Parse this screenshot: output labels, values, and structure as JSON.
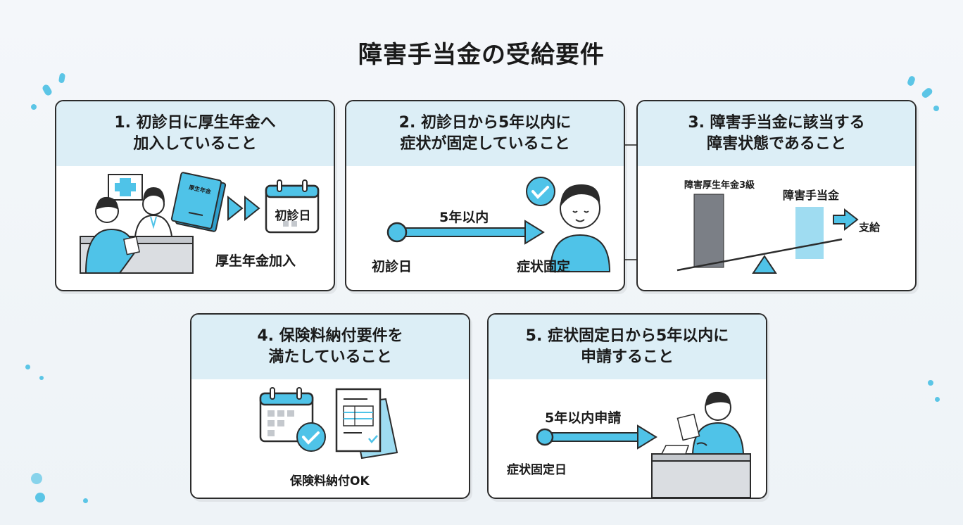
{
  "title": "障害手当金の受給要件",
  "cards": [
    {
      "heading": "1. 初診日に厚生年金へ\n加入していること",
      "labels": {
        "book": "厚生年金",
        "calendar": "初診日",
        "caption": "厚生年金加入"
      }
    },
    {
      "heading": "2. 初診日から5年以内に\n症状が固定していること",
      "labels": {
        "span": "5年以内",
        "start": "初診日",
        "end": "症状固定"
      }
    },
    {
      "heading": "3. 障害手当金に該当する\n障害状態であること",
      "labels": {
        "grade3": "障害厚生年金3級",
        "allowance": "障害手当金",
        "payment": "支給"
      }
    },
    {
      "heading": "4. 保険料納付要件を\n満たしていること",
      "labels": {
        "caption": "保険料納付OK"
      }
    },
    {
      "heading": "5. 症状固定日から5年以内に\n申請すること",
      "labels": {
        "span": "5年以内申請",
        "start": "症状固定日"
      }
    }
  ],
  "colors": {
    "accent": "#4fc3e8",
    "accent_light": "#9fdcf1",
    "head_bg": "#dceef6",
    "gray_bar": "#7b7f86",
    "ink": "#2b2b2b"
  },
  "icons": [
    "medical-cross-icon",
    "pension-book-icon",
    "calendar-icon",
    "check-circle-icon",
    "document-icon",
    "arrow-right-icon",
    "seesaw-scale-icon",
    "person-icon"
  ]
}
